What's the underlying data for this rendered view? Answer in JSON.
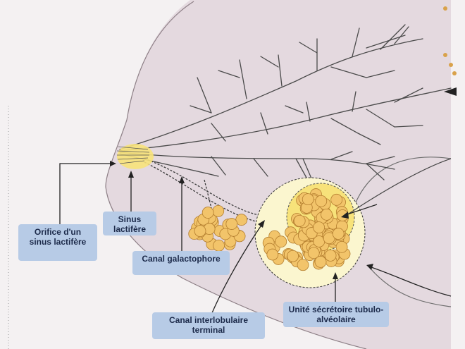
{
  "labels": {
    "orifice": "Orifice d'un sinus lactifère",
    "sinus": "Sinus lactifère",
    "canal_galactophore": "Canal galactophore",
    "canal_interlobulaire": "Canal interlobulaire terminal",
    "unite_secretoire": "Unité sécrétoire tubulo-alvéolaire"
  },
  "colors": {
    "background": "#f4f1f2",
    "breast_tissue": "#e4d9df",
    "ducts": "#4a4a4a",
    "lobule_fill": "#f2c46a",
    "lobule_stroke": "#b37d2e",
    "nipple": "#f7e27a",
    "label_bg": "#b7cbe6",
    "label_text": "#1c2a4a"
  }
}
